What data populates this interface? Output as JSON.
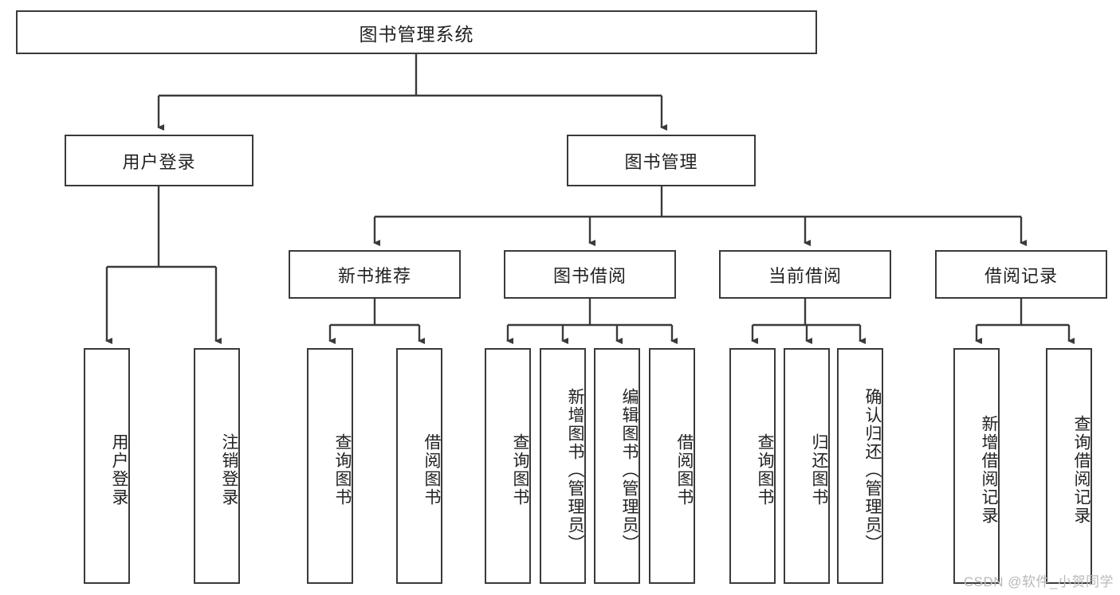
{
  "diagram": {
    "type": "tree-hierarchy",
    "title_node": {
      "id": "root",
      "label": "图书管理系统"
    },
    "level2": [
      {
        "id": "login",
        "label": "用户登录"
      },
      {
        "id": "bookmgmt",
        "label": "图书管理"
      }
    ],
    "level3": [
      {
        "id": "newbook",
        "label": "新书推荐",
        "parent": "bookmgmt"
      },
      {
        "id": "borrow",
        "label": "图书借阅",
        "parent": "bookmgmt"
      },
      {
        "id": "current",
        "label": "当前借阅",
        "parent": "bookmgmt"
      },
      {
        "id": "records",
        "label": "借阅记录",
        "parent": "bookmgmt"
      }
    ],
    "leaves": [
      {
        "id": "leaf-user-login",
        "label": "用户登录",
        "parent": "login"
      },
      {
        "id": "leaf-user-logout",
        "label": "注销登录",
        "parent": "login"
      },
      {
        "id": "leaf-nb-query",
        "label": "查询图书",
        "parent": "newbook"
      },
      {
        "id": "leaf-nb-borrow",
        "label": "借阅图书",
        "parent": "newbook"
      },
      {
        "id": "leaf-bw-query",
        "label": "查询图书",
        "parent": "borrow"
      },
      {
        "id": "leaf-bw-add",
        "label": "新增图书（管理员）",
        "parent": "borrow"
      },
      {
        "id": "leaf-bw-edit",
        "label": "编辑图书（管理员）",
        "parent": "borrow"
      },
      {
        "id": "leaf-bw-borrow",
        "label": "借阅图书",
        "parent": "borrow"
      },
      {
        "id": "leaf-cur-query",
        "label": "查询图书",
        "parent": "current"
      },
      {
        "id": "leaf-cur-return",
        "label": "归还图书",
        "parent": "current"
      },
      {
        "id": "leaf-cur-confirm",
        "label": "确认归还（管理员）",
        "parent": "current"
      },
      {
        "id": "leaf-rec-add",
        "label": "新增借阅记录",
        "parent": "records"
      },
      {
        "id": "leaf-rec-query",
        "label": "查询借阅记录",
        "parent": "records"
      }
    ],
    "watermark": "CSDN @软件_小贺同学",
    "colors": {
      "stroke": "#3a3a3a",
      "background": "#ffffff",
      "text": "#222222",
      "watermark": "#b9b9b9"
    }
  }
}
